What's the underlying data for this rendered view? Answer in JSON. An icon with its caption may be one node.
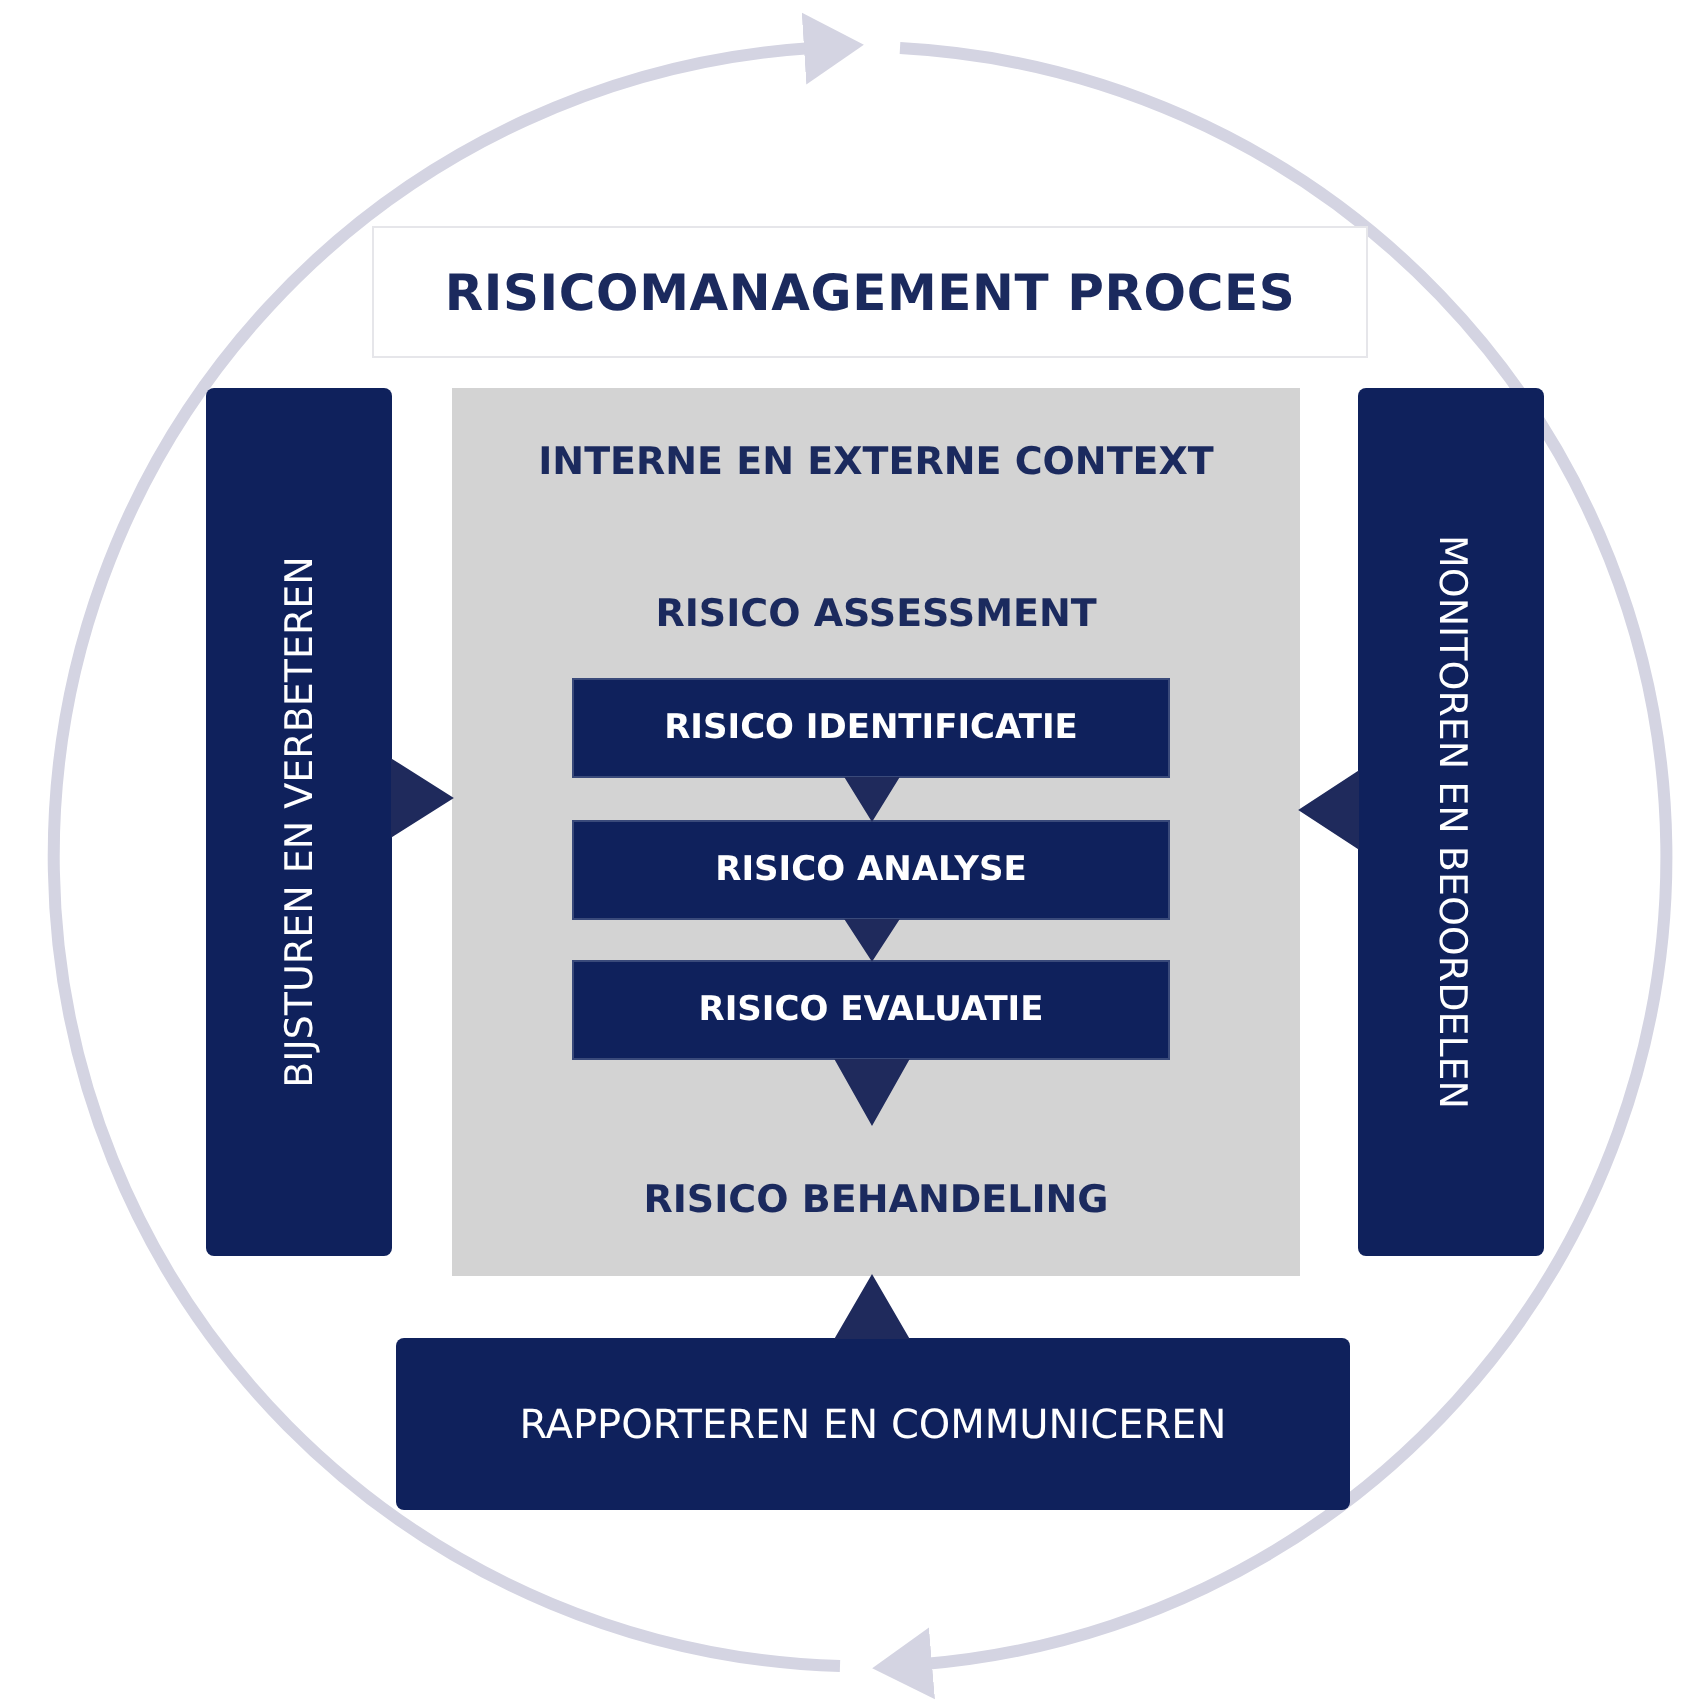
{
  "diagram": {
    "title": "RISICOMANAGEMENT PROCES",
    "nodes": [
      {
        "text": [
          "BIJSTUREN EN VERBETEREN"
        ]
      },
      {
        "text": [
          "INTERNE EN EXTERNE CONTEXT"
        ]
      },
      {
        "text": [
          "RISICO ASSESSMENT"
        ]
      },
      {
        "text": [
          "RISICO IDENTIFICATIE"
        ],
        "in": 2
      },
      {
        "text": [
          "RISICO ANALYSE"
        ],
        "in": 2
      },
      {
        "text": [
          "RISICO EVALUATIE"
        ],
        "in": 2
      },
      {
        "text": [
          "RISICO BEHANDELING"
        ]
      },
      {
        "text": [
          "MONITOREN EN BEOORDELEN"
        ]
      },
      {
        "text": [
          "RAPPORTEREN EN COMMUNICEREN"
        ]
      }
    ],
    "edges": [
      {
        "from": 0,
        "to": 2,
        "arrow": "to"
      },
      {
        "from": 7,
        "to": 2,
        "arrow": "to"
      },
      {
        "from": 3,
        "to": 4,
        "arrow": "to"
      },
      {
        "from": 4,
        "to": 5,
        "arrow": "to"
      },
      {
        "from": 5,
        "to": 6,
        "arrow": "to"
      },
      {
        "from": 8,
        "to": 6,
        "arrow": "to"
      }
    ]
  }
}
